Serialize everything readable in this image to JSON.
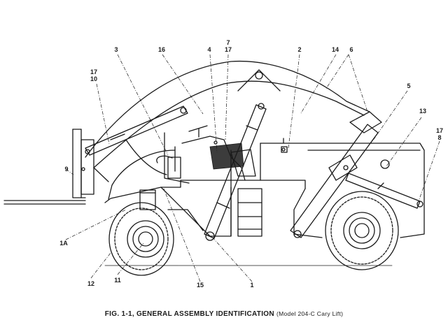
{
  "caption": {
    "main": "FIG. 1-1, GENERAL ASSEMBLY IDENTIFICATION",
    "note": "(Model 204-C Cary Lift)"
  },
  "callouts": {
    "c3": "3",
    "c16": "16",
    "c4": "4",
    "c7_17": "7\n17",
    "c2": "2",
    "c14": "14",
    "c6": "6",
    "c5": "5",
    "c13": "13",
    "c17_8": "17\n8",
    "c17_10": "17\n10",
    "c9": "9",
    "c1A": "1A",
    "c12": "12",
    "c11": "11",
    "c15": "15",
    "c1": "1"
  },
  "colors": {
    "ink": "#1a1a1a",
    "paper": "#ffffff"
  }
}
